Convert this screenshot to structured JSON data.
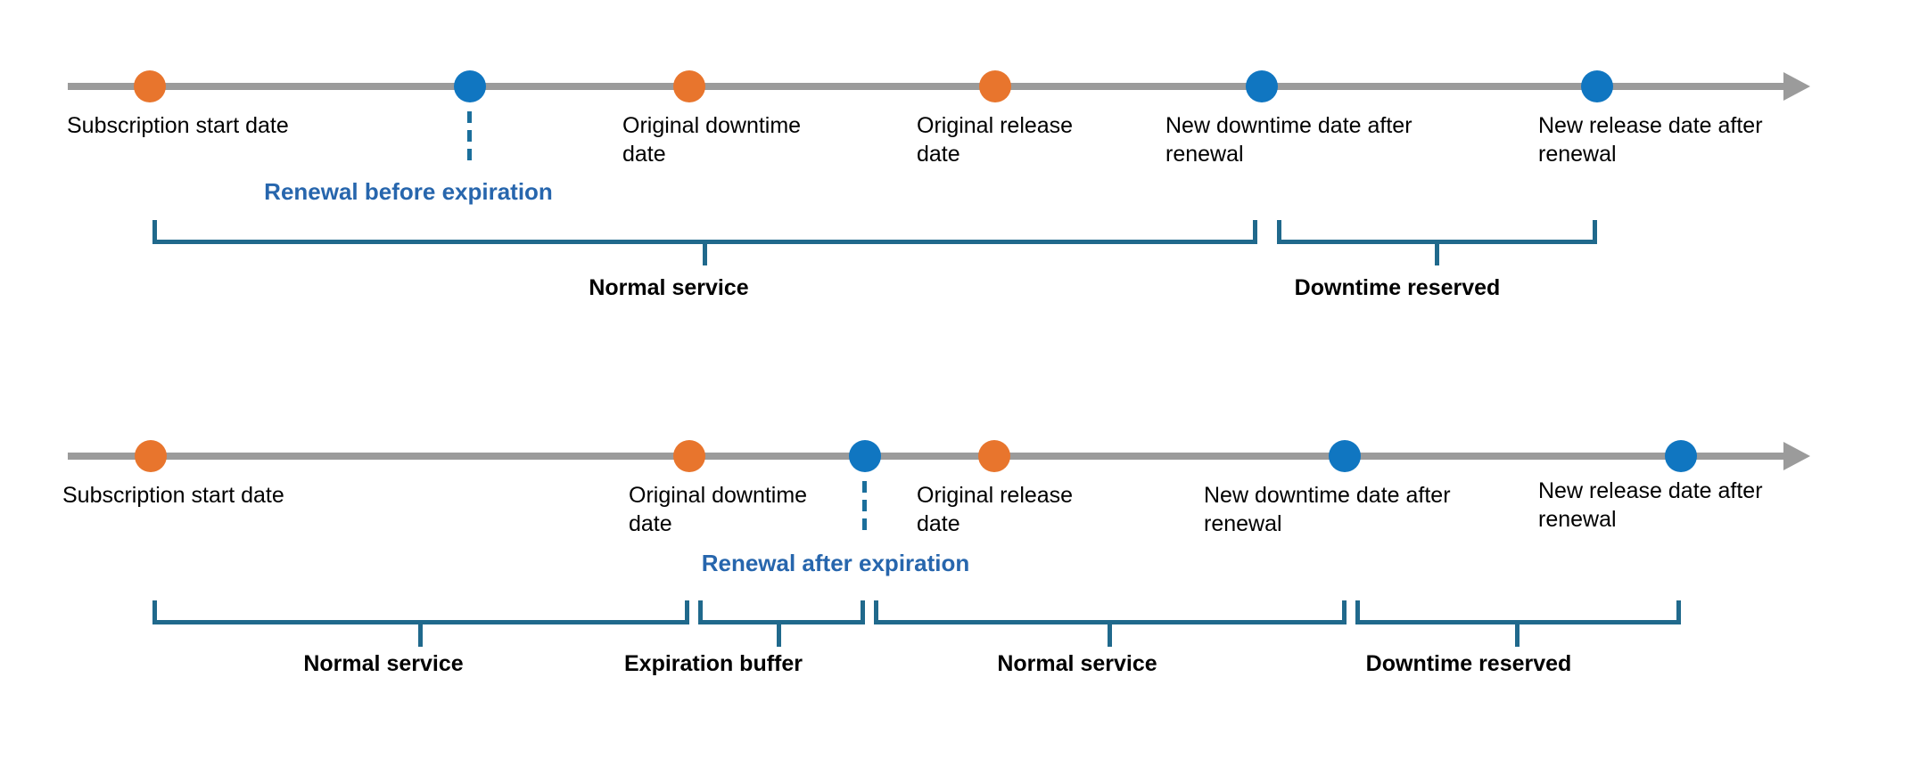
{
  "colors": {
    "milestone_orange": "#E8752D",
    "milestone_blue": "#1076C1",
    "axis_gray": "#9B9B9B",
    "bracket_teal": "#20698C",
    "annotation_blue": "#2766AD",
    "label_black": "#000000"
  },
  "timelines": [
    {
      "id": "renewal-before-expiration",
      "milestones": [
        {
          "name": "subscription-start",
          "label": "Subscription start date",
          "color": "orange"
        },
        {
          "name": "renewal",
          "label": "Renewal before expiration",
          "color": "blue"
        },
        {
          "name": "original-downtime",
          "label": "Original downtime date",
          "color": "orange"
        },
        {
          "name": "original-release",
          "label": "Original release date",
          "color": "orange"
        },
        {
          "name": "new-downtime",
          "label": "New downtime date after renewal",
          "color": "blue"
        },
        {
          "name": "new-release",
          "label": "New release date after renewal",
          "color": "blue"
        }
      ],
      "brackets": [
        {
          "label": "Normal service"
        },
        {
          "label": "Downtime reserved"
        }
      ]
    },
    {
      "id": "renewal-after-expiration",
      "milestones": [
        {
          "name": "subscription-start",
          "label": "Subscription start date",
          "color": "orange"
        },
        {
          "name": "original-downtime",
          "label": "Original downtime date",
          "color": "orange"
        },
        {
          "name": "renewal",
          "label": "Renewal after expiration",
          "color": "blue"
        },
        {
          "name": "original-release",
          "label": "Original release date",
          "color": "orange"
        },
        {
          "name": "new-downtime",
          "label": "New downtime date after renewal",
          "color": "blue"
        },
        {
          "name": "new-release",
          "label": "New release date after renewal",
          "color": "blue"
        }
      ],
      "brackets": [
        {
          "label": "Normal service"
        },
        {
          "label": "Expiration buffer"
        },
        {
          "label": "Normal service"
        },
        {
          "label": "Downtime reserved"
        }
      ]
    }
  ]
}
